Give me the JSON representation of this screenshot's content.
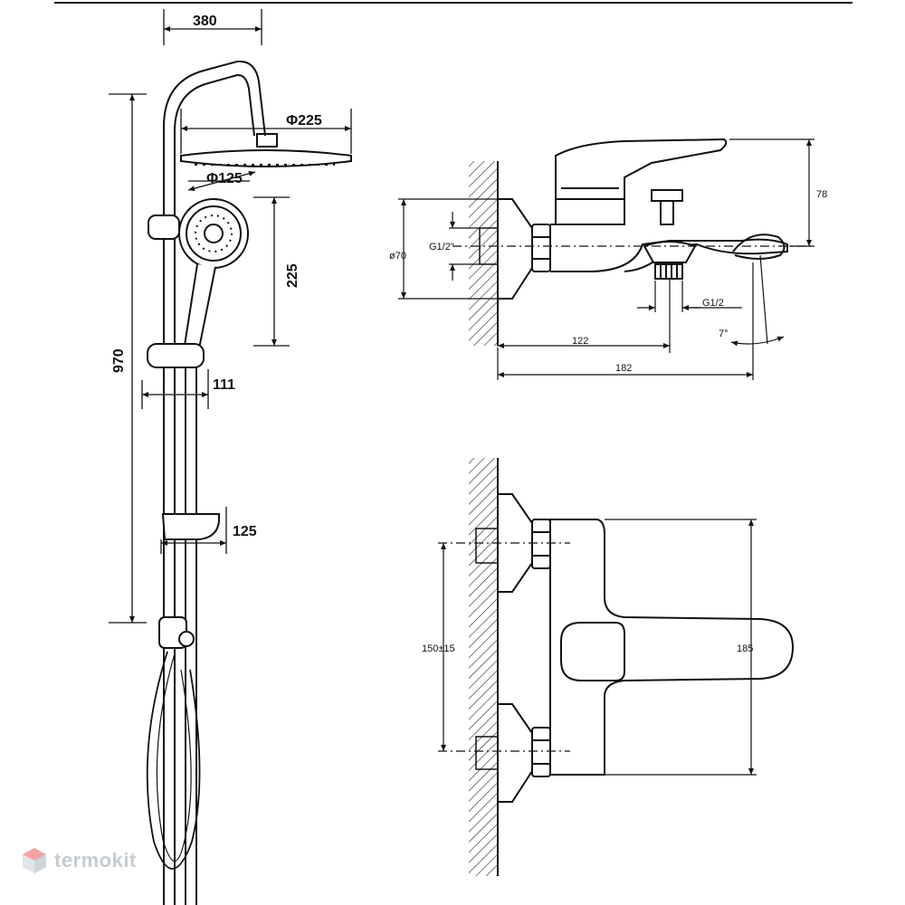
{
  "watermark": {
    "brand": "termokit",
    "icon": "hexagon-logo-icon"
  },
  "shower_column": {
    "dimensions": {
      "arm_reach": "380",
      "total_height": "970",
      "head_diameter": "Φ225",
      "handset_diameter": "Φ125",
      "handset_height": "225",
      "holder_reach": "111",
      "shelf_reach": "125"
    }
  },
  "mixer_side_view": {
    "dimensions": {
      "flange_diameter": "ø70",
      "inlet_thread": "G1/2\"",
      "height": "78",
      "outlet_thread": "G1/2",
      "spout_to_outlet": "122",
      "total_depth": "182",
      "spout_angle": "7°"
    }
  },
  "mixer_front_view": {
    "dimensions": {
      "inlet_spacing": "150±15",
      "body_height": "185"
    }
  },
  "colors": {
    "line": "#111111",
    "watermark_red": "#e85a5a",
    "watermark_grey": "#9aa3ad"
  }
}
